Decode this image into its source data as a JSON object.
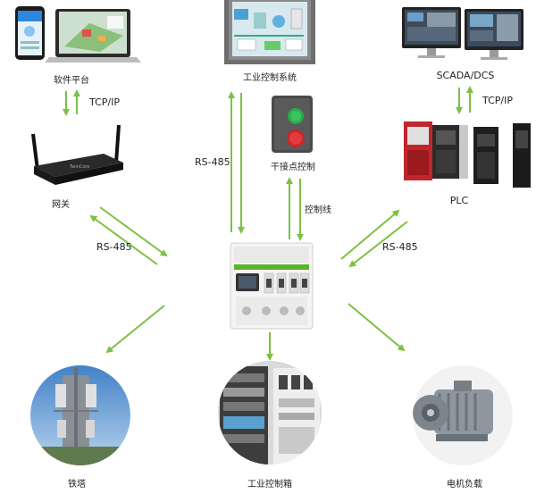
{
  "nodes": {
    "software": {
      "label": "软件平台"
    },
    "gateway": {
      "label": "网关"
    },
    "industrial_control": {
      "label": "工业控制系统"
    },
    "dry_contact": {
      "label": "干接点控制"
    },
    "scada": {
      "label": "SCADA/DCS"
    },
    "plc": {
      "label": "PLC"
    },
    "tower": {
      "label": "铁塔"
    },
    "control_box": {
      "label": "工业控制箱"
    },
    "motor": {
      "label": "电机负载"
    }
  },
  "links": {
    "sw_gw": "TCP/IP",
    "scada_plc": "TCP/IP",
    "gw_breaker": "RS-485",
    "ics_breaker": "RS-485",
    "plc_breaker": "RS-485",
    "dry_breaker": "控制线"
  },
  "colors": {
    "arrow": "#7cc142",
    "device_green": "#5bb32a"
  }
}
